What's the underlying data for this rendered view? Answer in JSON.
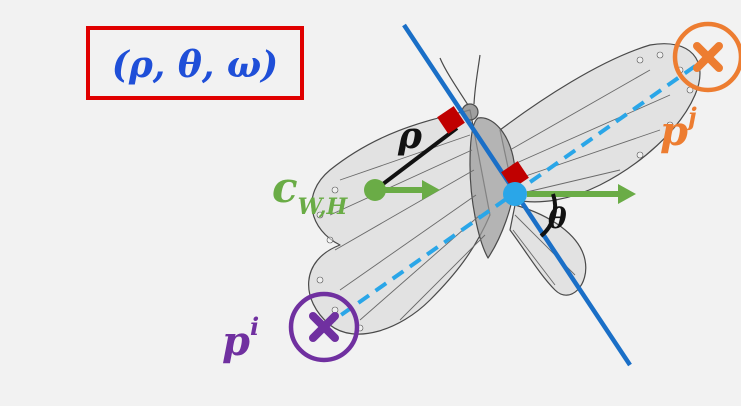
{
  "title_box": {
    "text": "(ρ, θ, ω)",
    "border_color": "#e00000",
    "text_color": "#1f4fd8"
  },
  "labels": {
    "rho": "ρ",
    "theta": "θ",
    "center_base": "c",
    "center_sub": "W,H",
    "point_i_base": "p",
    "point_i_sup": "i",
    "point_j_base": "p",
    "point_j_sup": "j"
  },
  "colors": {
    "background": "#f2f2f2",
    "symmetry_axis": "#1a6fc7",
    "dashed_line": "#2aa6e8",
    "center": "#6aac46",
    "point_i": "#7030a0",
    "point_j": "#ed7d31",
    "right_angle_marker": "#c00000",
    "rho_segment": "#111111"
  },
  "icons": {
    "butterfly": "butterfly-sketch-icon",
    "point_i_marker": "cross-x-icon",
    "point_j_marker": "cross-x-icon"
  }
}
